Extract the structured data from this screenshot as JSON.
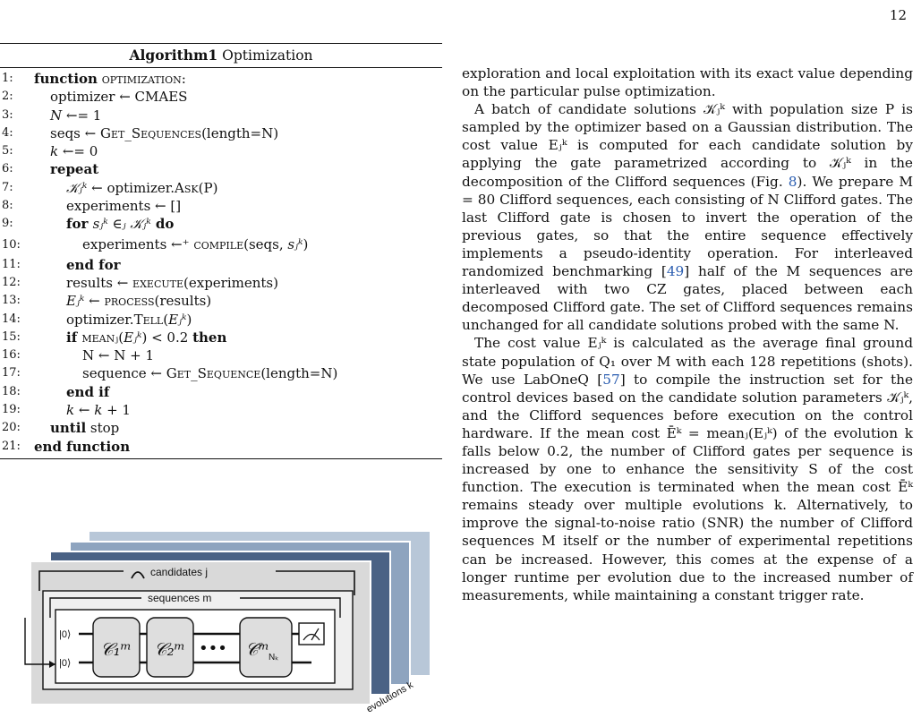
{
  "page_number": "12",
  "algorithm": {
    "title_bold": "Algorithm1",
    "title_rest": " Optimization",
    "lines": [
      {
        "n": "1:",
        "indent": 0,
        "parts": [
          {
            "t": "function",
            "s": "kw"
          },
          {
            "t": " optimization:",
            "s": "sc"
          }
        ]
      },
      {
        "n": "2:",
        "indent": 1,
        "parts": [
          {
            "t": "optimizer ← CMAES",
            "s": ""
          }
        ]
      },
      {
        "n": "3:",
        "indent": 1,
        "parts": [
          {
            "t": "N",
            "s": "math"
          },
          {
            "t": " ←= 1",
            "s": ""
          }
        ]
      },
      {
        "n": "4:",
        "indent": 1,
        "parts": [
          {
            "t": "seqs ← ",
            "s": ""
          },
          {
            "t": "Get_Sequences",
            "s": "sc"
          },
          {
            "t": "(length=N)",
            "s": ""
          }
        ]
      },
      {
        "n": "5:",
        "indent": 1,
        "parts": [
          {
            "t": "k",
            "s": "math"
          },
          {
            "t": " ←= 0",
            "s": ""
          }
        ]
      },
      {
        "n": "6:",
        "indent": 1,
        "parts": [
          {
            "t": "repeat",
            "s": "kw"
          }
        ]
      },
      {
        "n": "7:",
        "indent": 2,
        "parts": [
          {
            "t": "𝒦ⱼᵏ",
            "s": "math"
          },
          {
            "t": " ← optimizer.",
            "s": ""
          },
          {
            "t": "Ask",
            "s": "sc"
          },
          {
            "t": "(P)",
            "s": ""
          }
        ]
      },
      {
        "n": "8:",
        "indent": 2,
        "parts": [
          {
            "t": "experiments ← []",
            "s": ""
          }
        ]
      },
      {
        "n": "9:",
        "indent": 2,
        "parts": [
          {
            "t": "for ",
            "s": "kw"
          },
          {
            "t": "sⱼᵏ ∈ⱼ 𝒦ⱼᵏ",
            "s": "math"
          },
          {
            "t": " do",
            "s": "kw"
          }
        ]
      },
      {
        "n": "10:",
        "indent": 3,
        "tall": true,
        "parts": [
          {
            "t": "experiments ",
            "s": ""
          },
          {
            "t": "←⁺",
            "s": ""
          },
          {
            "t": " compile",
            "s": "sc"
          },
          {
            "t": "(seqs, ",
            "s": ""
          },
          {
            "t": "sⱼᵏ",
            "s": "math"
          },
          {
            "t": ")",
            "s": ""
          }
        ]
      },
      {
        "n": "11:",
        "indent": 2,
        "parts": [
          {
            "t": "end for",
            "s": "kw"
          }
        ]
      },
      {
        "n": "12:",
        "indent": 2,
        "parts": [
          {
            "t": "results ← ",
            "s": ""
          },
          {
            "t": "execute",
            "s": "sc"
          },
          {
            "t": "(experiments)",
            "s": ""
          }
        ]
      },
      {
        "n": "13:",
        "indent": 2,
        "parts": [
          {
            "t": "Eⱼᵏ",
            "s": "math"
          },
          {
            "t": " ← ",
            "s": ""
          },
          {
            "t": "process",
            "s": "sc"
          },
          {
            "t": "(results)",
            "s": ""
          }
        ]
      },
      {
        "n": "14:",
        "indent": 2,
        "parts": [
          {
            "t": "optimizer.",
            "s": ""
          },
          {
            "t": "Tell",
            "s": "sc"
          },
          {
            "t": "(",
            "s": ""
          },
          {
            "t": "Eⱼᵏ",
            "s": "math"
          },
          {
            "t": ")",
            "s": ""
          }
        ]
      },
      {
        "n": "15:",
        "indent": 2,
        "parts": [
          {
            "t": "if ",
            "s": "kw"
          },
          {
            "t": "mean",
            "s": "sc"
          },
          {
            "t": "ⱼ(",
            "s": ""
          },
          {
            "t": "Eⱼᵏ",
            "s": "math"
          },
          {
            "t": ") < 0.2 ",
            "s": ""
          },
          {
            "t": "then",
            "s": "kw"
          }
        ]
      },
      {
        "n": "16:",
        "indent": 3,
        "parts": [
          {
            "t": "N ← N + 1",
            "s": ""
          }
        ]
      },
      {
        "n": "17:",
        "indent": 3,
        "parts": [
          {
            "t": "sequence ← ",
            "s": ""
          },
          {
            "t": "Get_Sequence",
            "s": "sc"
          },
          {
            "t": "(length=N)",
            "s": ""
          }
        ]
      },
      {
        "n": "18:",
        "indent": 2,
        "parts": [
          {
            "t": "end if",
            "s": "kw"
          }
        ]
      },
      {
        "n": "19:",
        "indent": 2,
        "parts": [
          {
            "t": "k",
            "s": "math"
          },
          {
            "t": " ← ",
            "s": ""
          },
          {
            "t": "k",
            "s": "math"
          },
          {
            "t": " + 1",
            "s": ""
          }
        ]
      },
      {
        "n": "20:",
        "indent": 1,
        "parts": [
          {
            "t": "until",
            "s": "kw"
          },
          {
            "t": " stop",
            "s": ""
          }
        ]
      },
      {
        "n": "21:",
        "indent": 0,
        "parts": [
          {
            "t": "end function",
            "s": "kw"
          }
        ]
      }
    ]
  },
  "figure": {
    "candidates_label": "candidates j",
    "sequences_label": "sequences m",
    "ket_top": "|0⟩",
    "ket_bottom": "|0⟩",
    "gate_1": "𝒞₁ᵐ",
    "gate_2": "𝒞₂ᵐ",
    "gate_n": "𝒞ᵐ",
    "gate_n_sub": "Nₖ",
    "ellipsis": "•••",
    "evolutions_label": "evolutions k"
  },
  "right_column": {
    "p1": "exploration and local exploitation with its exact value depending on the particular pulse optimization.",
    "p2_a": "A batch of candidate solutions 𝒦ⱼᵏ with population size P is sampled by the optimizer based on a Gaussian distribution. The cost value Eⱼᵏ is computed for each candidate solution by applying the gate parametrized according to 𝒦ⱼᵏ in the decomposition of the Clifford sequences (Fig. ",
    "p2_ref1": "8",
    "p2_b": "). We prepare M = 80 Clifford sequences, each consisting of N Clifford gates. The last Clifford gate is chosen to invert the operation of the previous gates, so that the entire sequence effectively implements a pseudo-identity operation. For interleaved randomized benchmarking [",
    "p2_ref2": "49",
    "p2_c": "] half of the M sequences are interleaved with two CZ gates, placed between each decomposed Clifford gate. The set of Clifford sequences remains unchanged for all candidate solutions probed with the same N.",
    "p3_a": "The cost value Eⱼᵏ is calculated as the average final ground state population of Q₁ over M with each 128 repetitions (shots). We use LabOneQ [",
    "p3_ref": "57",
    "p3_b": "] to compile the instruction set for the control devices based on the candidate solution parameters 𝒦ⱼᵏ, and the Clifford sequences before execution on the control hardware. If the mean cost Ēᵏ = meanⱼ(Eⱼᵏ) of the evolution k falls below 0.2, the number of Clifford gates per sequence is increased by one to enhance the sensitivity S of the cost function. The execution is terminated when the mean cost Ēᵏ remains steady over multiple evolutions k. Alternatively, to improve the signal-to-noise ratio (SNR) the number of Clifford sequences M itself or the number of experimental repetitions can be increased. However, this comes at the expense of a longer runtime per evolution due to the increased number of measurements, while maintaining a constant trigger rate."
  }
}
